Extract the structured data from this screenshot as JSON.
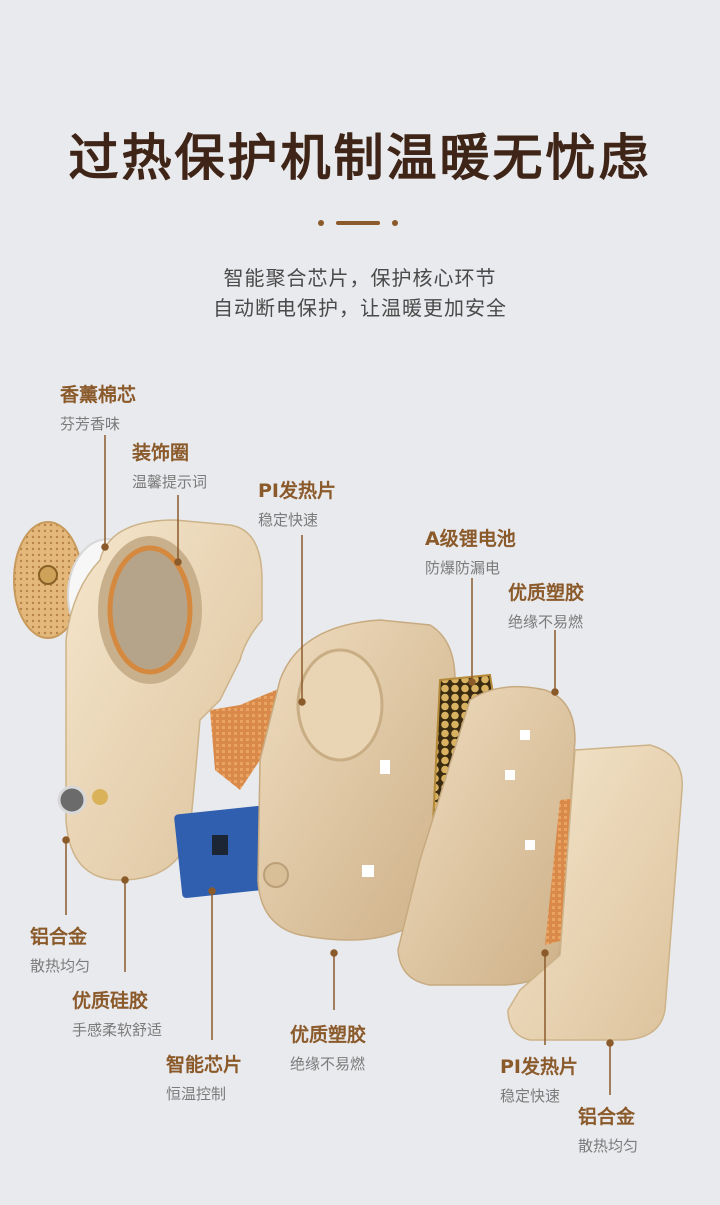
{
  "header": {
    "title": "过热保护机制温暖无忧虑",
    "subtitle_line1": "智能聚合芯片，保护核心环节",
    "subtitle_line2": "自动断电保护，让温暖更加安全"
  },
  "colors": {
    "title": "#3f2517",
    "label": "#8b5a2b",
    "desc": "#7b7b7b",
    "background": "#e9eaed",
    "shell": "#efdcbf",
    "heater": "#d9894a"
  },
  "components": [
    {
      "id": "aroma-core",
      "title": "香薰棉芯",
      "desc": "芬芳香味"
    },
    {
      "id": "decor-ring",
      "title": "装饰圈",
      "desc": "温馨提示词"
    },
    {
      "id": "pi-heater-top",
      "title": "PI发热片",
      "desc": "稳定快速"
    },
    {
      "id": "battery",
      "title": "A级锂电池",
      "desc": "防爆防漏电"
    },
    {
      "id": "plastic-top",
      "title": "优质塑胶",
      "desc": "绝缘不易燃"
    },
    {
      "id": "alloy-left",
      "title": "铝合金",
      "desc": "散热均匀"
    },
    {
      "id": "silicone",
      "title": "优质硅胶",
      "desc": "手感柔软舒适"
    },
    {
      "id": "chip",
      "title": "智能芯片",
      "desc": "恒温控制"
    },
    {
      "id": "plastic-bottom",
      "title": "优质塑胶",
      "desc": "绝缘不易燃"
    },
    {
      "id": "pi-heater-bottom",
      "title": "PI发热片",
      "desc": "稳定快速"
    },
    {
      "id": "alloy-right",
      "title": "铝合金",
      "desc": "散热均匀"
    }
  ]
}
